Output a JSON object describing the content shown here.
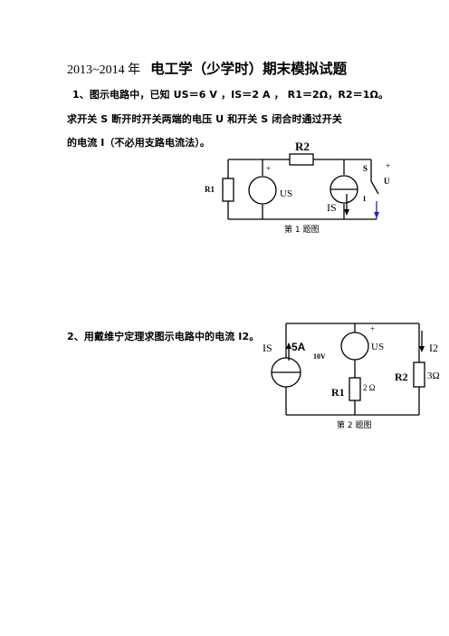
{
  "header": {
    "year_text": "2013~2014 年",
    "title": "电工学（少学时）期末模拟试题"
  },
  "q1": {
    "line1": "1、图示电路中，已知 US＝6 V ，IS＝2 A ， R1＝2Ω，R2＝1Ω。",
    "line2": "求开关 S  断开时开关两端的电压  U  和开关  S  闭合时通过开关",
    "line3": "的电流  I（不必用支路电流法）。",
    "fig": {
      "r2": "R2",
      "r1": "R1",
      "us": "US",
      "is": "IS",
      "s": "S",
      "u": "U",
      "i": "I",
      "plus_left": "+",
      "plus_right": "+",
      "caption": "第 1 题图"
    }
  },
  "q2": {
    "text": "2、用戴维宁定理求图示电路中的电流 I2。",
    "fig": {
      "is": "IS",
      "is_val": "5A",
      "us": "US",
      "us_val": "10V",
      "r1": "R1",
      "r1_val": "2 Ω",
      "r2": "R2",
      "r2_val": "3Ω",
      "i2": "I2",
      "plus": "+",
      "caption": "第 2 题图"
    }
  }
}
